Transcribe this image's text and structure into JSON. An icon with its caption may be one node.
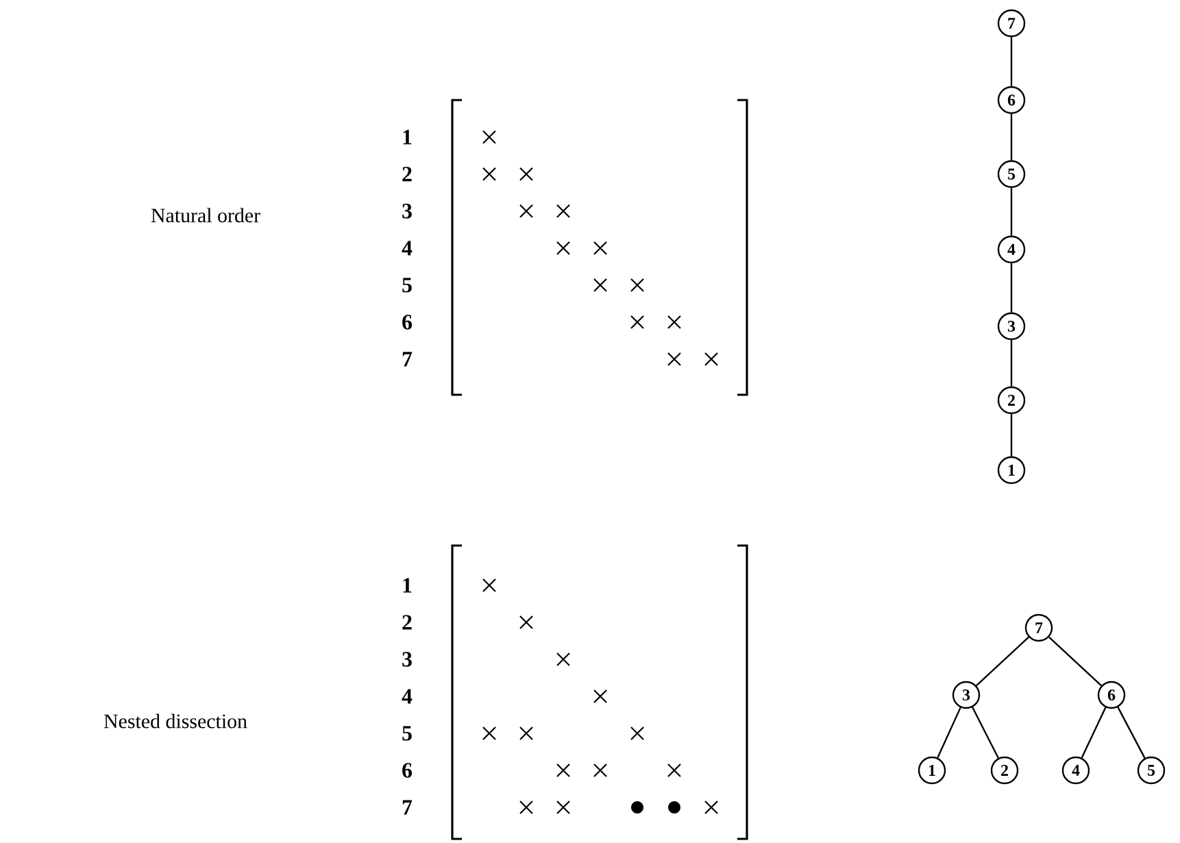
{
  "diagram": {
    "nodes": [
      {
        "text": [
          "7"
        ]
      },
      {
        "text": [
          "6"
        ]
      },
      {
        "text": [
          "5"
        ]
      },
      {
        "text": [
          "4"
        ]
      },
      {
        "text": [
          "3"
        ]
      },
      {
        "text": [
          "2"
        ]
      },
      {
        "text": [
          "1"
        ]
      },
      {
        "text": [
          "7"
        ]
      },
      {
        "text": [
          "3"
        ]
      },
      {
        "text": [
          "6"
        ]
      },
      {
        "text": [
          "1"
        ]
      },
      {
        "text": [
          "2"
        ]
      },
      {
        "text": [
          "4"
        ]
      },
      {
        "text": [
          "5"
        ]
      }
    ],
    "edges": [
      {
        "from": 0,
        "to": 1,
        "arrow": "none"
      },
      {
        "from": 1,
        "to": 2,
        "arrow": "none"
      },
      {
        "from": 2,
        "to": 3,
        "arrow": "none"
      },
      {
        "from": 3,
        "to": 4,
        "arrow": "none"
      },
      {
        "from": 4,
        "to": 5,
        "arrow": "none"
      },
      {
        "from": 5,
        "to": 6,
        "arrow": "none"
      },
      {
        "from": 7,
        "to": 8,
        "arrow": "none"
      },
      {
        "from": 7,
        "to": 9,
        "arrow": "none"
      },
      {
        "from": 8,
        "to": 10,
        "arrow": "none"
      },
      {
        "from": 8,
        "to": 11,
        "arrow": "none"
      },
      {
        "from": 9,
        "to": 12,
        "arrow": "none"
      },
      {
        "from": 9,
        "to": 13,
        "arrow": "none"
      }
    ],
    "labels": [
      "Natural order",
      "1",
      "2",
      "3",
      "4",
      "5",
      "6",
      "7",
      "Nested dissection",
      "1",
      "2",
      "3",
      "4",
      "5",
      "6",
      "7"
    ]
  }
}
